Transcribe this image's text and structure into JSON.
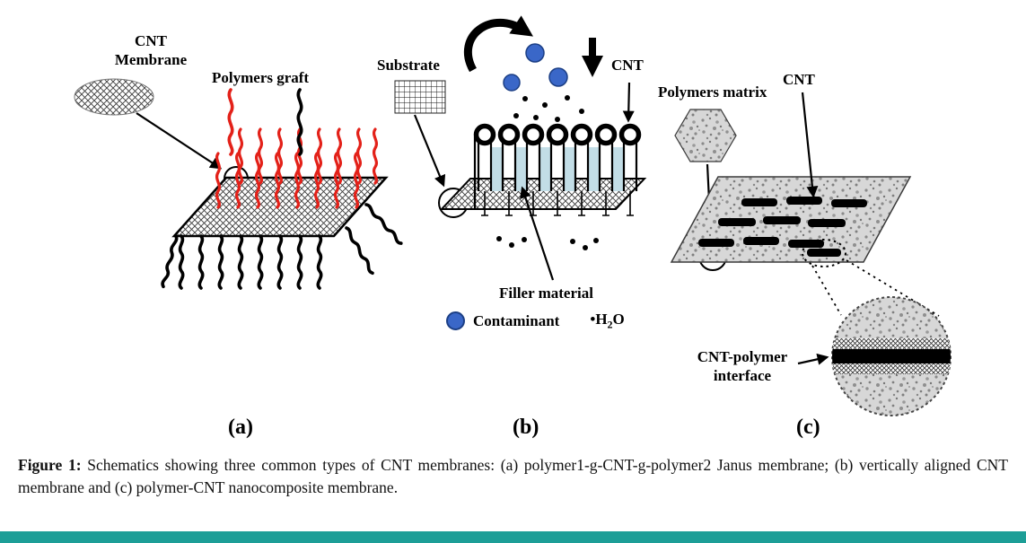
{
  "panels": {
    "a": {
      "label": "(a)",
      "membrane_label": "CNT\nMembrane",
      "graft_label": "Polymers graft"
    },
    "b": {
      "label": "(b)",
      "substrate_label": "Substrate",
      "cnt_label": "CNT",
      "filler_label": "Filler material",
      "legend": {
        "contaminant": "Contaminant",
        "water_dot": "•",
        "water_h": "H",
        "water_sub": "2",
        "water_o": "O"
      }
    },
    "c": {
      "label": "(c)",
      "matrix_label": "Polymers matrix",
      "cnt_label": "CNT",
      "interface_label": "CNT-polymer\ninterface"
    }
  },
  "caption": {
    "prefix": "Figure 1:",
    "body": " Schematics showing three common types of CNT membranes: (a) polymer1-g-CNT-g-polymer2 Janus membrane; (b) vertically aligned CNT membrane and (c) polymer-CNT nanocomposite membrane."
  },
  "colors": {
    "polymer_red": "#e32119",
    "contaminant_blue": "#3a67c8",
    "filler_light_blue": "#c2dde6",
    "footer_teal": "#1d9e97"
  }
}
